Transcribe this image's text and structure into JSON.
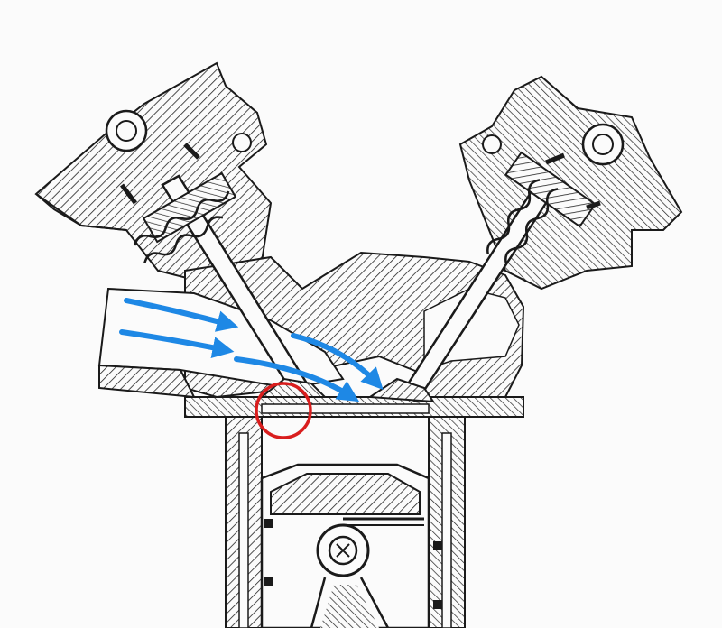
{
  "diagram": {
    "subject": "engine-cylinder-head-cross-section",
    "colors": {
      "ink": "#1a1a1a",
      "hatch": "#2a2a2a",
      "paper": "#fbfbfb",
      "flow_arrow": "#1e88e5",
      "highlight_circle": "#d91e1e"
    },
    "flow_arrows": [
      {
        "id": "upper-intake-arrow"
      },
      {
        "id": "lower-intake-arrow"
      },
      {
        "id": "valve-upper-flow-arrow"
      },
      {
        "id": "valve-lower-flow-arrow"
      }
    ],
    "highlight": {
      "id": "valve-seat-highlight",
      "shape": "circle"
    }
  }
}
